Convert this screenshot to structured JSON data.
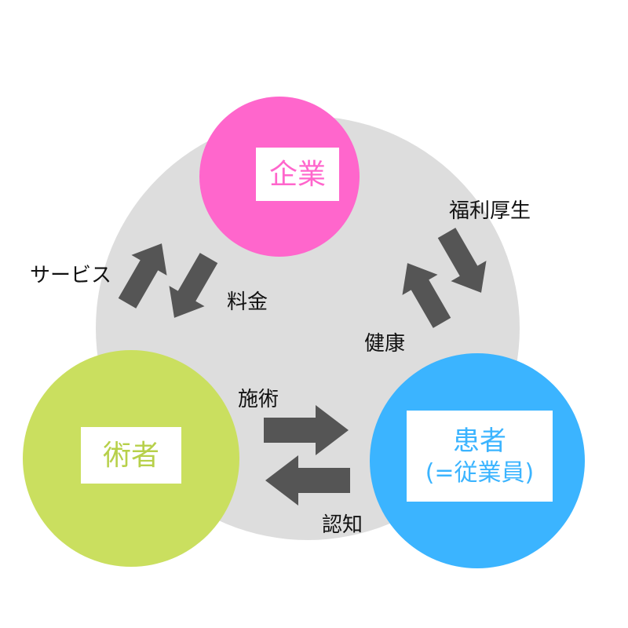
{
  "colors": {
    "background_disc": "#dddddd",
    "arrow": "#555555",
    "company": "#ff66cc",
    "practitioner": "#cadf5f",
    "patient": "#3bb4ff"
  },
  "nodes": {
    "company": {
      "label": "企業"
    },
    "practitioner": {
      "label": "術者"
    },
    "patient": {
      "label_line1": "患者",
      "label_line2": "(=従業員)"
    }
  },
  "edges": {
    "service": "サービス",
    "fee": "料金",
    "welfare": "福利厚生",
    "health": "健康",
    "treatment": "施術",
    "recognition": "認知"
  }
}
